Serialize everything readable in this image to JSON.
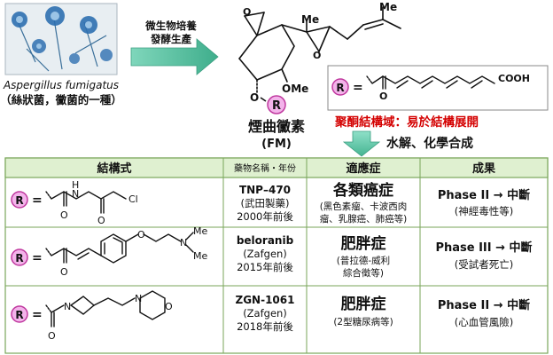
{
  "organism": {
    "name": "Aspergillus fumigatus",
    "description": "（絲狀菌，黴菌的一種）"
  },
  "process_arrow": {
    "line1": "微生物培養",
    "line2": "發酵生產"
  },
  "compound": {
    "methoxy_label": "OMe",
    "methyl_label": "Me",
    "r_label": "R",
    "oxygen_label": "O",
    "name": "煙曲黴素",
    "abbr": "(FM)"
  },
  "side_chain": {
    "r_label": "R",
    "equals": "=",
    "cooh_label": "COOH",
    "oxygen_label": "O"
  },
  "warning": {
    "text": "聚酮結構域：易於結構展開"
  },
  "hydrolysis": {
    "text": "水解、化學合成"
  },
  "table": {
    "header_color": "#dff0d0",
    "headers": [
      "結構式",
      "藥物名稱・年份",
      "適應症",
      "成果"
    ],
    "rows": [
      {
        "r_label": "R",
        "equals": "=",
        "atoms": [
          "O",
          "N",
          "H",
          "O",
          "Cl"
        ],
        "drug_name": "TNP–470",
        "drug_company": "(武田製藥)",
        "drug_year": "2000年前後",
        "indication": "各類癌症",
        "indication_sub1": "(黑色素瘤、卡波西肉",
        "indication_sub2": "瘤、乳腺癌、肺癌等)",
        "result": "Phase II → 中斷",
        "result_sub": "(神經毒性等)"
      },
      {
        "r_label": "R",
        "equals": "=",
        "atoms": [
          "O",
          "O",
          "N",
          "Me",
          "Me"
        ],
        "drug_name": "beloranib",
        "drug_company": "(Zafgen)",
        "drug_year": "2015年前後",
        "indication": "肥胖症",
        "indication_sub1": "(普拉德-威利",
        "indication_sub2": "綜合徵等)",
        "result": "Phase III → 中斷",
        "result_sub": "(受試者死亡)"
      },
      {
        "r_label": "R",
        "equals": "=",
        "atoms": [
          "O",
          "N",
          "N",
          "O"
        ],
        "drug_name": "ZGN-1061",
        "drug_company": "(Zafgen)",
        "drug_year": "2018年前後",
        "indication": "肥胖症",
        "indication_sub1": "(2型糖尿病等)",
        "indication_sub2": "",
        "result": "Phase II → 中斷",
        "result_sub": "(心血管風險)"
      }
    ]
  },
  "colors": {
    "r_circle_fill": "#f3b3ea",
    "r_circle_stroke": "#c0399f",
    "arrow_green": "#57c2a3",
    "warning_red": "#d40000",
    "table_border": "#7aa65a"
  }
}
